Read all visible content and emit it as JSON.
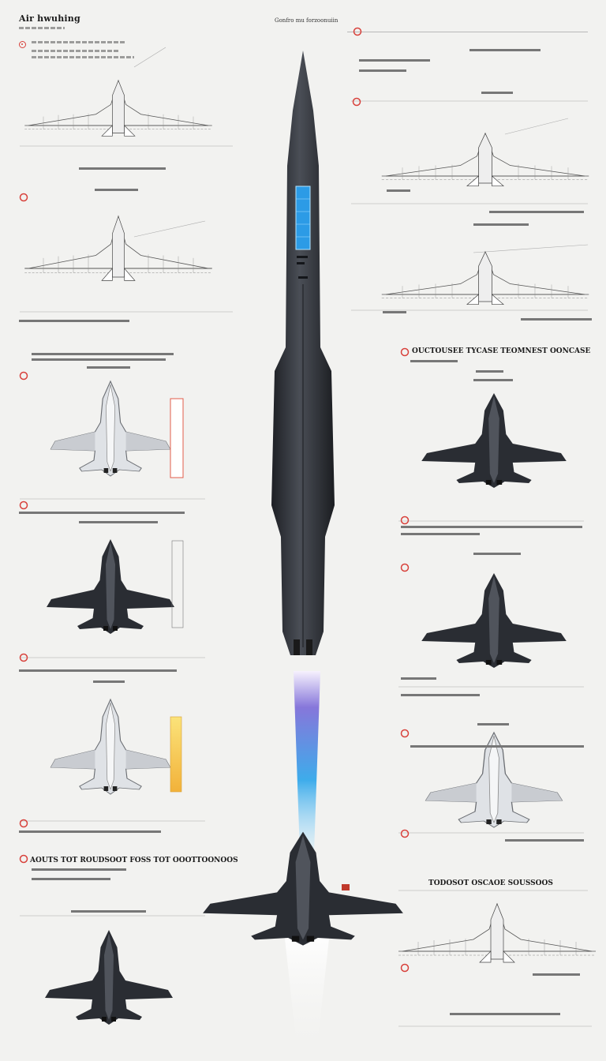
{
  "header": {
    "title": "Air hwuhing",
    "center_label": "Gonfro mu forzoonuiin"
  },
  "headings": {
    "right_1": "OUCTOUSEE TYCASE TEOMNEST OONCASE",
    "left_bottom": "AOUTS TOT ROUDSOOT FOSS TOT OOOTTOONOOS",
    "right_bottom": "TODOSOT OSCAOE SOUSSOOS"
  },
  "colors": {
    "accent": "#d8413b",
    "jet_dark": "#2a2d33",
    "jet_light": "#dfe2e6",
    "exhaust_blue": "#3fa3e6",
    "amber": "#f3c44a"
  },
  "icons": {
    "bullet": "target-bullet-icon",
    "main_vehicle": "rocket-jet-icon",
    "section": "cross-section-diagram",
    "plan": "aircraft-plan-view"
  }
}
